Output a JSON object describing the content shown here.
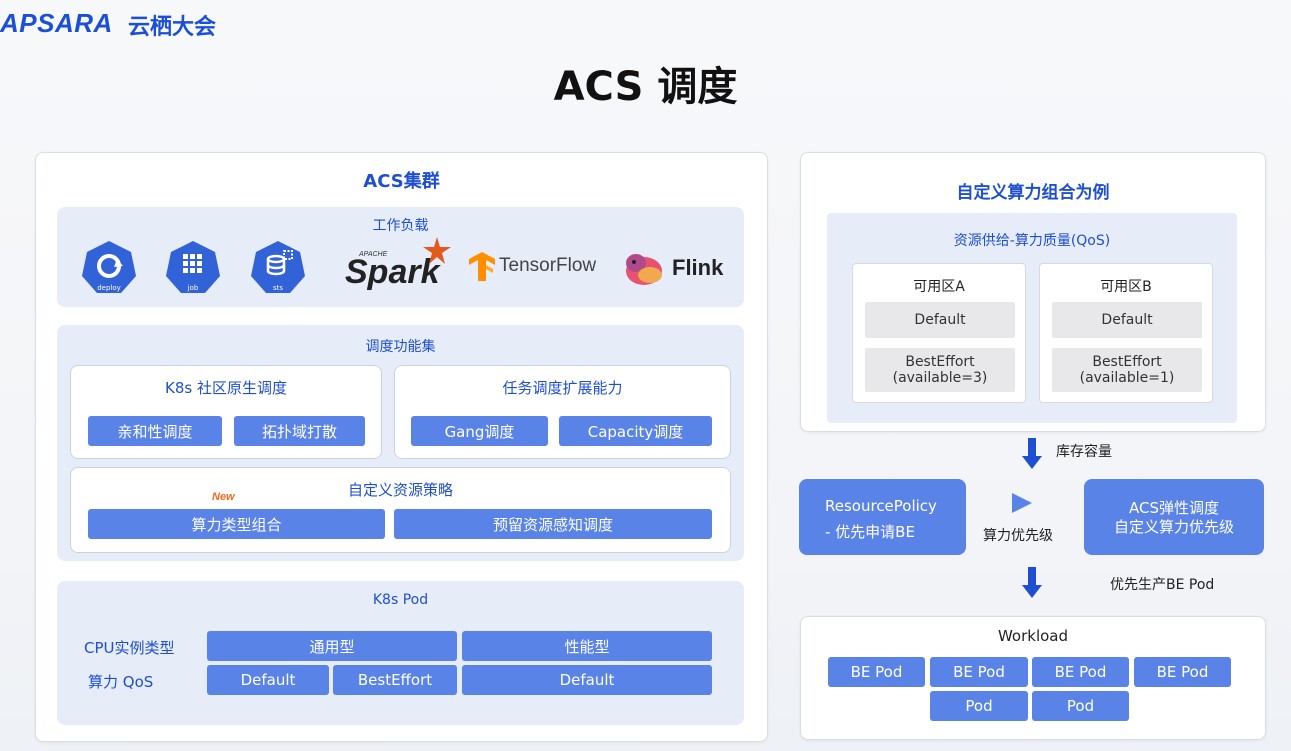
{
  "header": {
    "brand": "APSARA",
    "brand_cn": "云栖大会",
    "title": "ACS 调度"
  },
  "left": {
    "title": "ACS集群",
    "workload": {
      "title": "工作负载",
      "icons": [
        {
          "name": "deploy-icon",
          "label": "deploy"
        },
        {
          "name": "job-icon",
          "label": "job"
        },
        {
          "name": "sts-icon",
          "label": "sts"
        }
      ],
      "brands": [
        {
          "name": "spark",
          "label": "Spark",
          "sup": "APACHE"
        },
        {
          "name": "tensorflow",
          "label": "TensorFlow"
        },
        {
          "name": "flink",
          "label": "Flink"
        }
      ]
    },
    "scheduling": {
      "title": "调度功能集",
      "native": {
        "title": "K8s 社区原生调度",
        "items": [
          "亲和性调度",
          "拓扑域打散"
        ]
      },
      "extension": {
        "title": "任务调度扩展能力",
        "items": [
          "Gang调度",
          "Capacity调度"
        ]
      },
      "custom": {
        "title": "自定义资源策略",
        "new_badge": "New",
        "items": [
          "算力类型组合",
          "预留资源感知调度"
        ]
      }
    },
    "pod": {
      "title": "K8s Pod",
      "row1_label": "CPU实例类型",
      "row2_label": "算力 QoS",
      "general": "通用型",
      "performance": "性能型",
      "qos": [
        "Default",
        "BestEffort",
        "Default"
      ]
    }
  },
  "right": {
    "title": "自定义算力组合为例",
    "supply": {
      "title": "资源供给-算力质量(QoS)",
      "zones": [
        {
          "name": "可用区A",
          "default": "Default",
          "be": "BestEffort",
          "avail": "(available=3)"
        },
        {
          "name": "可用区B",
          "default": "Default",
          "be": "BestEffort",
          "avail": "(available=1)"
        }
      ]
    },
    "inventory_label": "库存容量",
    "policy_line1": "ResourcePolicy",
    "policy_line2": "- 优先申请BE",
    "priority_label": "算力优先级",
    "acs_line1": "ACS弹性调度",
    "acs_line2": "自定义算力优先级",
    "produce_label": "优先生产BE Pod",
    "workload": {
      "title": "Workload",
      "row1": [
        "BE Pod",
        "BE Pod",
        "BE Pod",
        "BE Pod"
      ],
      "row2": [
        "Pod",
        "Pod"
      ]
    }
  },
  "colors": {
    "accent": "#1e4fd2",
    "button": "#5a83e8",
    "section_bg": "#e6ecf8",
    "spark_orange": "#e25a1c",
    "tensorflow_orange": "#ff8f00"
  }
}
